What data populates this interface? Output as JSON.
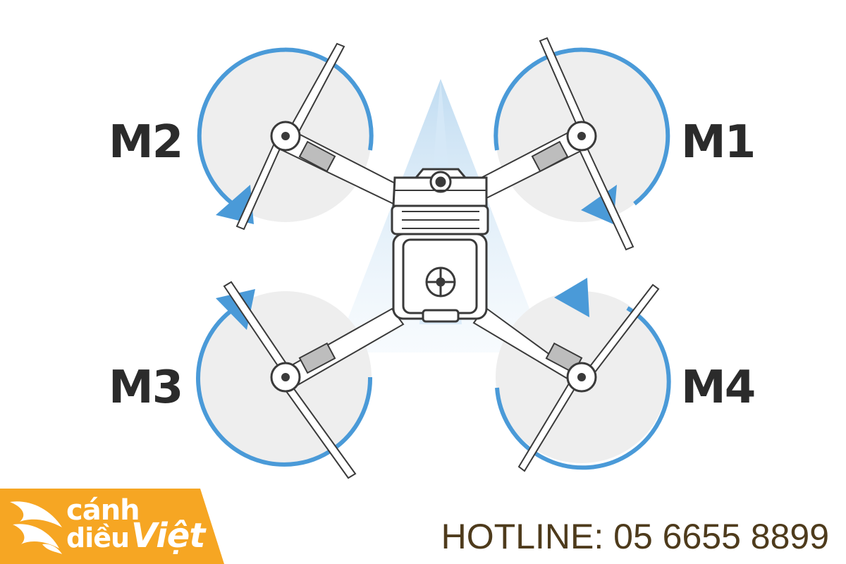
{
  "motors": {
    "m1": {
      "label": "M1",
      "rotation": "clockwise"
    },
    "m2": {
      "label": "M2",
      "rotation": "counter-clockwise"
    },
    "m3": {
      "label": "M3",
      "rotation": "clockwise"
    },
    "m4": {
      "label": "M4",
      "rotation": "counter-clockwise"
    }
  },
  "brand": {
    "line1": "cánh",
    "line2": "diều",
    "line3": "Việt"
  },
  "hotline": "HOTLINE: 05 6655 8899",
  "colors": {
    "arrow": "#4a9ad8",
    "disc": "#eeeeee",
    "label": "#2b2b2b",
    "logo_bg": "#f6a623",
    "hotline": "#4e3b1c",
    "heading_beam": "#c9e1f3"
  }
}
